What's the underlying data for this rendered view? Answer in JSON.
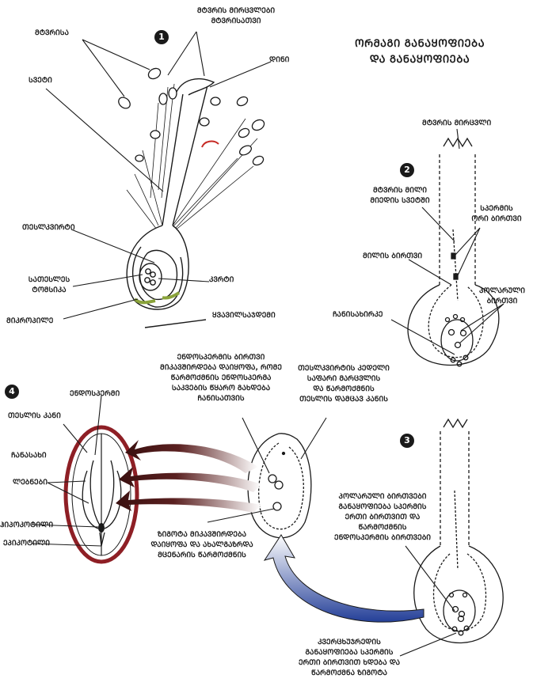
{
  "title": {
    "line1": "ᲝᲠᲛᲐᲒᲘ ᲒᲐᲜᲐᲧᲝᲤᲘᲔᲑᲐ",
    "line2": "ᲓᲐ ᲒᲐᲜᲐᲧᲝᲤᲘᲔᲑᲐ"
  },
  "steps": {
    "one": "1",
    "two": "2",
    "three": "3",
    "four": "4"
  },
  "panel1": {
    "pollen_grains": "ᲛᲢᲕᲠᲘᲡᲐ",
    "pollen_tubes_l1": "ᲛᲢᲕᲠᲘᲡ ᲛᲘᲠᲪᲕᲚᲔᲑᲘ",
    "pollen_tubes_l2": "ᲛᲢᲕᲠᲘᲡᲐᲗᲕᲘ",
    "stigma": "ᲓᲘᲜᲘ",
    "style": "ᲡᲕᲔᲢᲘ",
    "ovary": "ᲗᲔᲡᲚᲙᲕᲘᲠᲢᲘ",
    "embryo_sac_l1": "ᲡᲐᲗᲔᲡᲚᲔᲡ",
    "embryo_sac_l2": "ᲢᲝᲛᲡᲘᲙᲐ",
    "ovule": "ᲙᲕᲠᲢᲘ",
    "micropyle": "ᲛᲘᲙᲠᲝᲞᲘᲚᲔ",
    "receptacle": "ᲧᲕᲐᲕᲘᲚᲡᲐᲯᲓᲔᲛᲘ"
  },
  "panel2": {
    "tube_tip": "ᲛᲢᲕᲠᲘᲡ ᲛᲘᲠᲪᲕᲚᲘ",
    "tube_l1": "ᲛᲢᲕᲠᲘᲡ ᲛᲘᲚᲘ",
    "tube_l2": "ᲛᲘᲔᲓᲘᲡ ᲡᲕᲔᲢᲨᲘ",
    "sperm_l1": "ᲡᲞᲔᲠᲛᲘᲡ",
    "sperm_l2": "ᲝᲠᲘ ᲑᲘᲠᲗᲕᲘ",
    "tube_nucleus": "ᲛᲘᲚᲘᲡ ᲑᲘᲠᲗᲕᲘ",
    "polar_l1": "ᲞᲝᲚᲐᲠᲣᲚᲘ",
    "polar_l2": "ᲑᲘᲠᲗᲕᲘ",
    "embryo_sac": "ᲩᲐᲜᲘᲡᲐᲮᲘᲠᲙᲔ"
  },
  "middle": {
    "endo_l1": "ᲔᲜᲓᲝᲡᲞᲔᲠᲛᲘᲡ ᲑᲘᲠᲗᲕᲘ",
    "endo_l2": "ᲛᲘᲙᲐᲕᲨᲘᲠᲓᲔᲑᲐ ᲓᲐᲘᲧᲝᲤᲐ, ᲠᲝᲛᲔ",
    "endo_l3": "ᲬᲐᲠᲛᲝᲥᲛᲜᲘᲡ ᲔᲜᲓᲝᲡᲞᲔᲠᲛᲐ",
    "endo_l4": "ᲡᲐᲙᲕᲔᲑᲘᲡ ᲬᲧᲐᲠᲝ ᲒᲐᲮᲓᲔᲑᲐ",
    "endo_l5": "ᲩᲐᲜᲘᲡᲐᲗᲕᲘᲡ",
    "ovary_l1": "ᲗᲔᲡᲚᲙᲕᲘᲠᲢᲘᲡ ᲙᲔᲓᲔᲚᲘ",
    "ovary_l2": "ᲡᲐᲤᲐᲠᲘ ᲛᲐᲠᲪᲕᲚᲘᲡ",
    "ovary_l3": "ᲓᲐ ᲬᲐᲠᲛᲝᲥᲛᲜᲘᲡ",
    "ovary_l4": "ᲗᲔᲡᲚᲘᲡ ᲓᲐᲛᲪᲐᲕ ᲙᲐᲜᲘᲡ",
    "zyg_l1": "ᲖᲘᲒᲝᲢᲐ ᲛᲘᲙᲐᲕᲨᲘᲠᲓᲔᲑᲐ",
    "zyg_l2": "ᲓᲐᲘᲧᲝᲤᲐ ᲓᲐ ᲐᲮᲐᲚᲒᲐᲖᲠᲓᲐ",
    "zyg_l3": "ᲛᲪᲔᲜᲐᲠᲘᲡ ᲬᲐᲠᲛᲝᲥᲛᲜᲘᲡ"
  },
  "panel3": {
    "polar_l1": "ᲞᲝᲚᲐᲠᲣᲚᲘ ᲑᲘᲠᲗᲕᲔᲑᲘ",
    "polar_l2": "ᲒᲐᲜᲐᲧᲝᲤᲘᲔᲑᲐ ᲡᲞᲔᲠᲛᲘᲡ",
    "polar_l3": "ᲔᲠᲗᲘ ᲑᲘᲠᲗᲕᲘᲗ ᲓᲐ",
    "polar_l4": "ᲬᲐᲠᲛᲝᲥᲛᲜᲘᲡ",
    "polar_l5": "ᲔᲜᲓᲝᲡᲞᲔᲠᲛᲘᲡ ᲑᲘᲠᲗᲕᲔᲑᲘ",
    "egg_l1": "ᲙᲕᲔᲠᲪᲮᲣᲯᲠᲔᲓᲘᲡ",
    "egg_l2": "ᲒᲐᲜᲐᲧᲝᲤᲘᲔᲑᲐ ᲡᲞᲔᲠᲛᲘᲡ",
    "egg_l3": "ᲔᲠᲗᲘ ᲑᲘᲠᲗᲕᲘᲗ ᲮᲓᲔᲑᲐ ᲓᲐ",
    "egg_l4": "ᲬᲐᲠᲛᲝᲥᲛᲜᲐ ᲖᲘᲒᲝᲢᲐ"
  },
  "panel4": {
    "endosperm": "ᲔᲜᲓᲝᲡᲞᲔᲠᲛᲘ",
    "seed_coat": "ᲗᲔᲡᲚᲘᲡ ᲙᲐᲜᲘ",
    "embryo": "ᲩᲐᲜᲐᲡᲐᲮᲘ",
    "cotyledons": "ᲚᲔᲑᲜᲔᲑᲘ",
    "hypocotyl": "ᲰᲘᲞᲝᲙᲝᲢᲘᲚᲘ",
    "epicotyl": "ᲔᲞᲘᲙᲝᲢᲘᲚᲘ"
  },
  "colors": {
    "ink": "#1a1a1a",
    "red": "#8e1f25",
    "blue": "#3b4f9c",
    "green": "#8aa33a"
  }
}
